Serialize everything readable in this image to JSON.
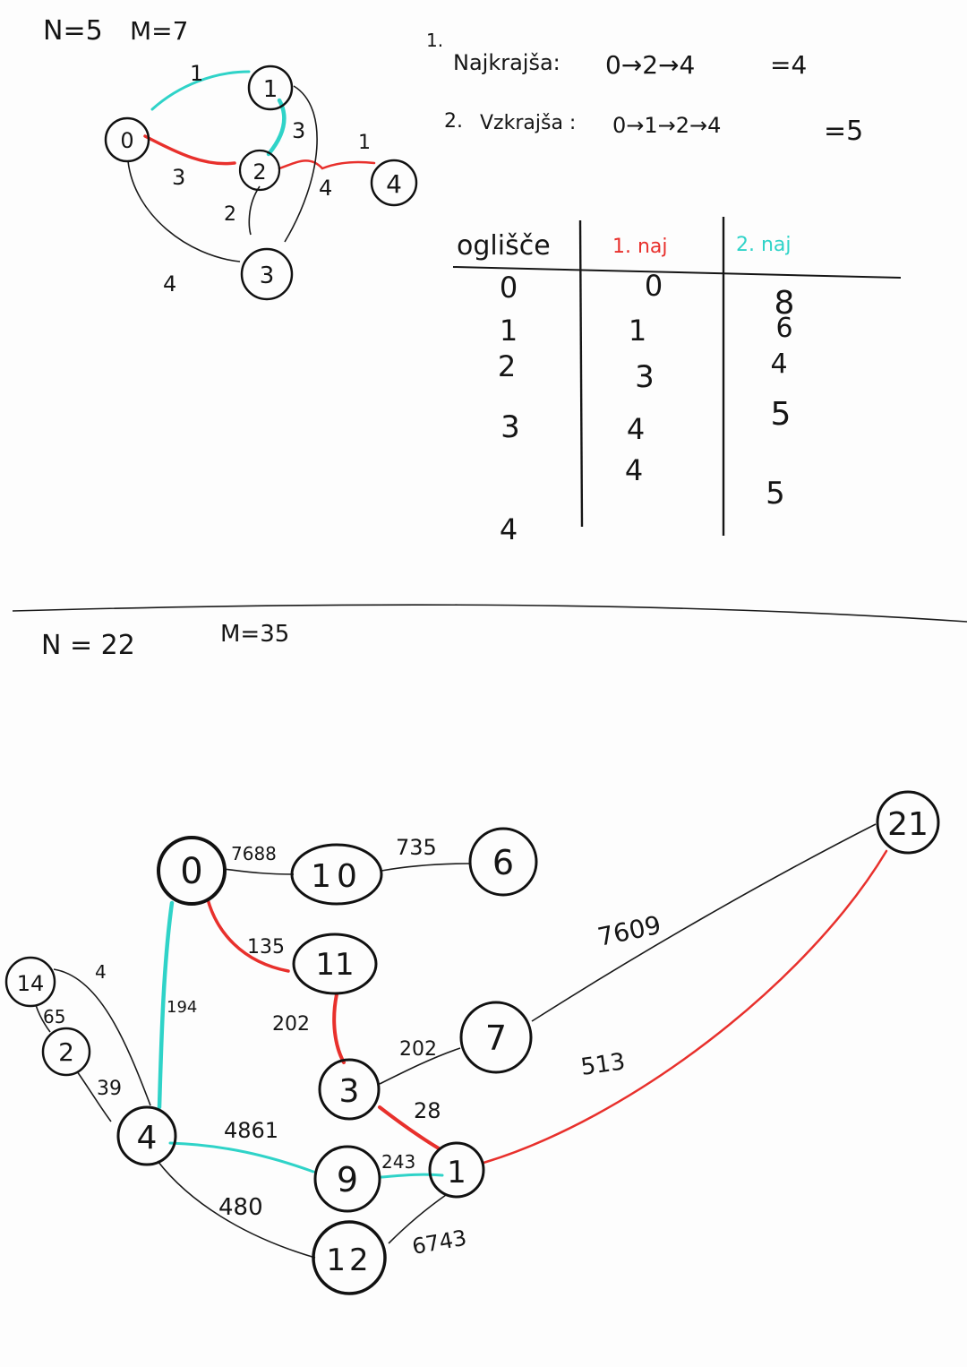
{
  "top": {
    "header": {
      "n_label": "N=5",
      "m_label": "M=7"
    },
    "graph": {
      "nodes": [
        "0",
        "1",
        "2",
        "3",
        "4"
      ],
      "edge_weights": {
        "e01": "1",
        "e12": "3",
        "e02": "3",
        "e24": "1",
        "e14": "4",
        "e23": "2",
        "e03": "4"
      }
    },
    "notes": {
      "line1_num": "1.",
      "line1_text": "Najkrajša:",
      "line1_path": "0→2→4",
      "line1_result": "=4",
      "line2_num": "2.",
      "line2_text": "Vzkrajša :",
      "line2_path": "0→1→2→4",
      "line2_result": "=5"
    },
    "table": {
      "headers": [
        "oglišče",
        "1. naj",
        "2. naj"
      ],
      "col_colors": [
        "#151515",
        "#e8302c",
        "#2fd3c8"
      ],
      "col0": [
        "0",
        "1",
        "2",
        "3",
        "4"
      ],
      "col1": [
        "0",
        "1",
        "3",
        "4",
        "4"
      ],
      "col2": [
        "8",
        "6",
        "4",
        "5",
        "5"
      ]
    }
  },
  "bottom": {
    "header": {
      "n_label": "N = 22",
      "m_label": "M=35"
    },
    "graph": {
      "nodes": [
        "0",
        "10",
        "6",
        "21",
        "11",
        "14",
        "2",
        "4",
        "7",
        "3",
        "9",
        "1",
        "12"
      ],
      "edge_weights": {
        "e0_10": "7688",
        "e10_6": "735",
        "e0_11": "135",
        "e0_4": "194",
        "e14_4": "4",
        "e14_2": "65",
        "e2_4": "39",
        "e11_3": "202",
        "e3_7": "202",
        "e7_21": "7609",
        "e3_1": "28",
        "e1_21": "513",
        "e4_9": "4861",
        "e9_1": "243",
        "e4_12": "480",
        "e12_1": "6743"
      }
    }
  },
  "colors": {
    "red": "#e8302c",
    "cyan": "#2fd3c8",
    "ink": "#151515"
  }
}
